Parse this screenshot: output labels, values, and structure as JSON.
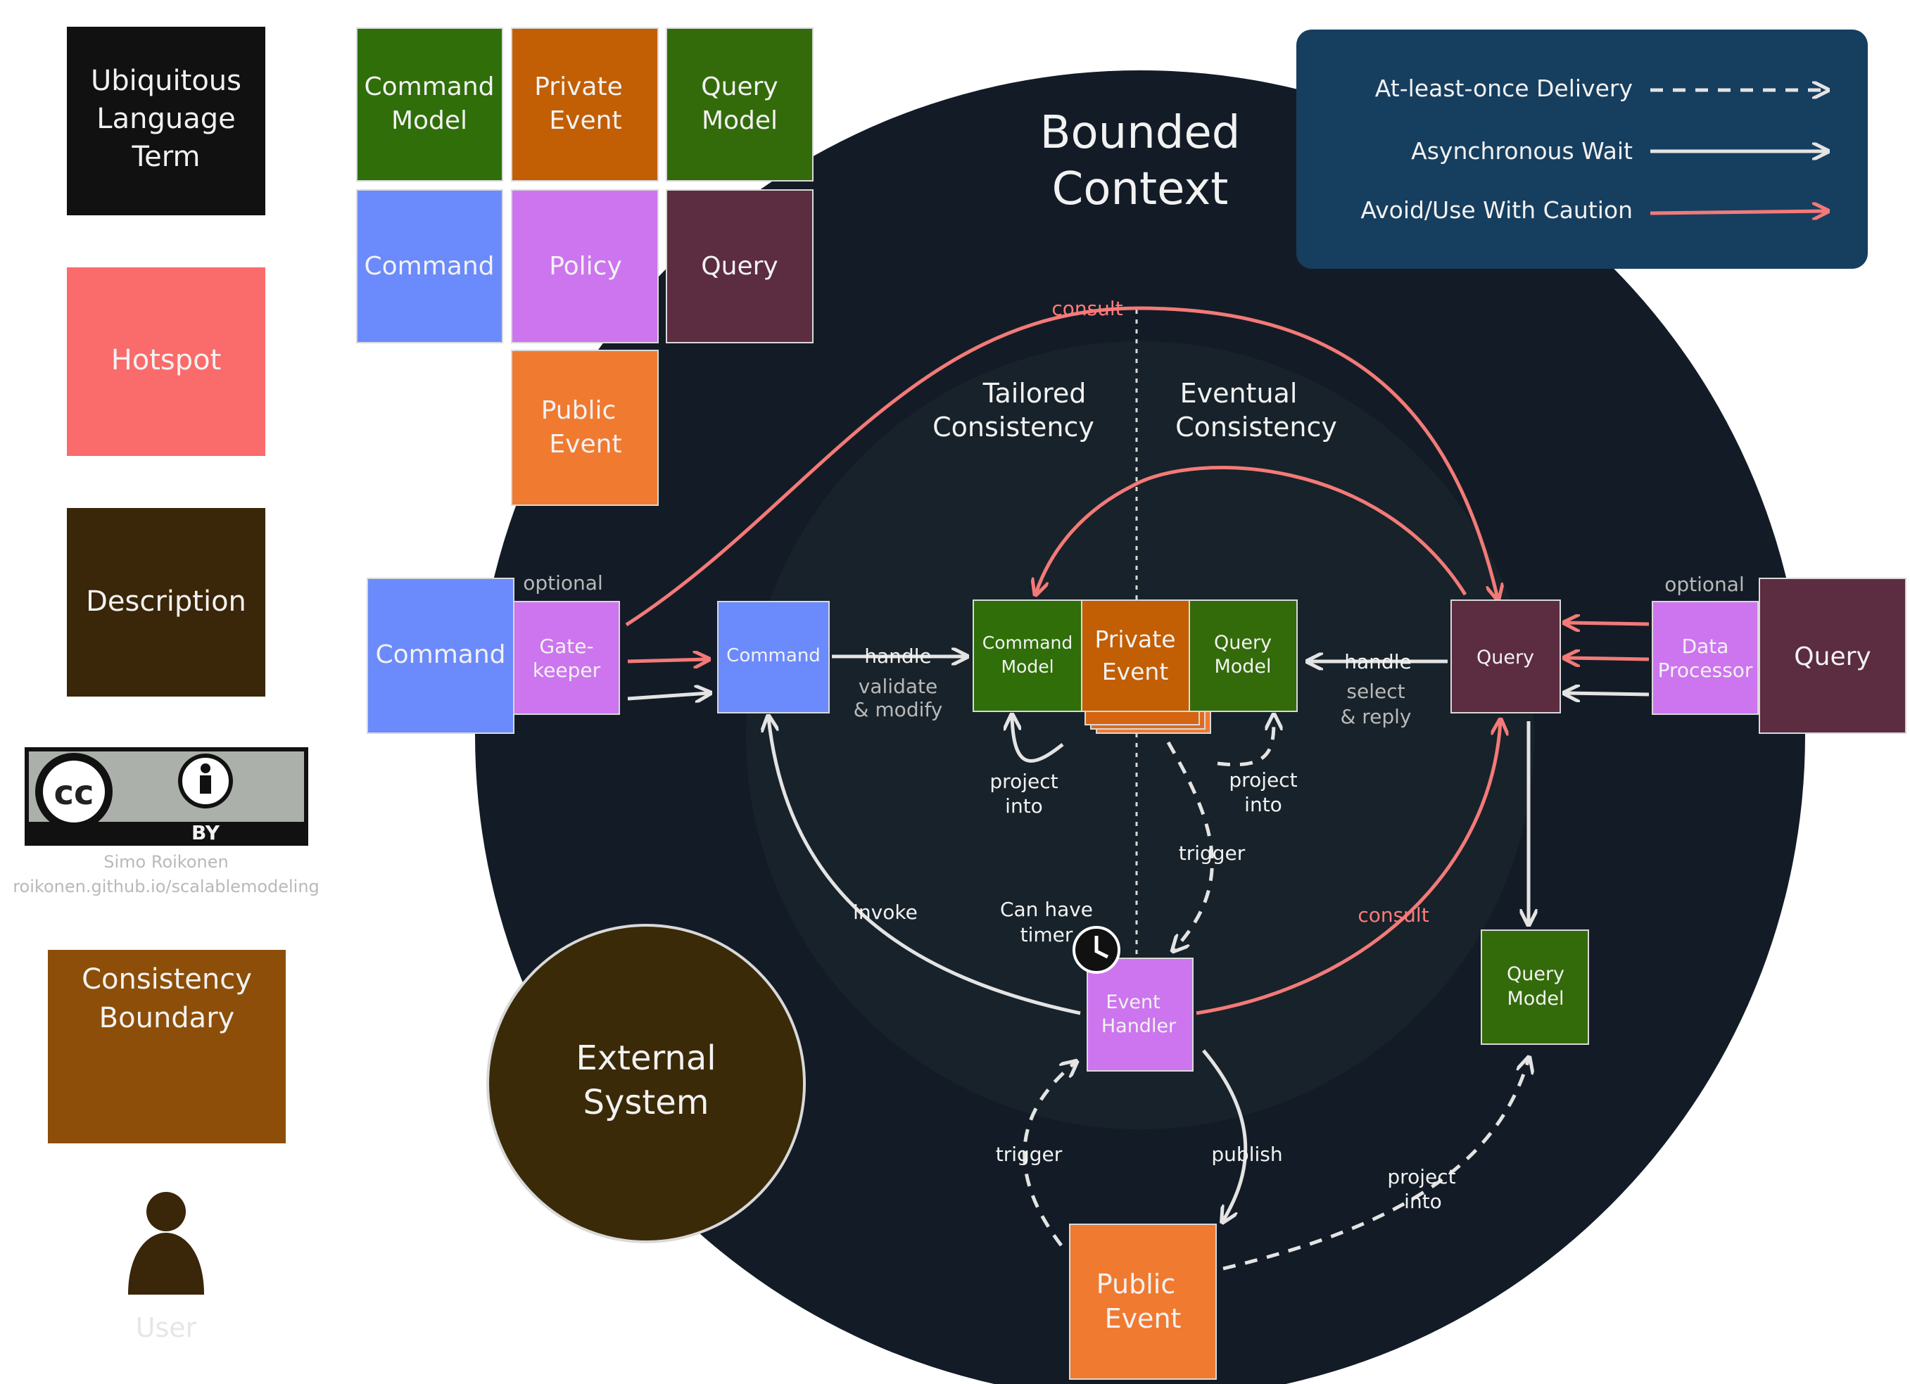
{
  "colors": {
    "black": "#111111",
    "hotspot": "#fa6b6b",
    "description": "#3a2608",
    "consistency_boundary": "#8c4e08",
    "external": "#3a2a08",
    "command": "#6b8afc",
    "command_model": "#2f6e08",
    "private_event": "#c25e04",
    "query_model": "#336b0a",
    "policy": "#cc75ee",
    "query": "#5c2c40",
    "public_event": "#f07a30",
    "bounded_context": "#131c26",
    "legend_bg": "#163e5f",
    "edge_white": "#e4e4e4",
    "edge_pink": "#f37a78"
  },
  "legend_left": {
    "ubiquitous_language_term": "Ubiquitous Language Term",
    "hotspot": "Hotspot",
    "description": "Description",
    "cc_symbol": "cc",
    "cc_by": "BY",
    "author": "Simo Roikonen",
    "author_url": "roikonen.github.io/scalablemodeling",
    "consistency_boundary": "Consistency Boundary",
    "user": "User"
  },
  "legend_grid": {
    "command_model": "Command Model",
    "private_event": "Private Event",
    "query_model": "Query Model",
    "command": "Command",
    "policy": "Policy",
    "query": "Query",
    "public_event": "Public Event"
  },
  "bounded_context": {
    "title_line1": "Bounded",
    "title_line2": "Context",
    "tailored_line1": "Tailored",
    "tailored_line2": "Consistency",
    "eventual_line1": "Eventual",
    "eventual_line2": "Consistency"
  },
  "arrow_legend": {
    "at_least_once": "At-least-once Delivery",
    "async_wait": "Asynchronous Wait",
    "avoid": "Avoid/Use With Caution"
  },
  "nodes": {
    "command_outer": "Command",
    "gatekeeper_line1": "Gate-",
    "gatekeeper_line2": "keeper",
    "optional_left": "optional",
    "command_inner": "Command",
    "command_model_line1": "Command",
    "command_model_line2": "Model",
    "private_event_line1": "Private",
    "private_event_line2": "Event",
    "query_model_line1": "Query",
    "query_model_line2": "Model",
    "query_inner": "Query",
    "data_processor_line1": "Data",
    "data_processor_line2": "Processor",
    "optional_right": "optional",
    "query_outer": "Query",
    "query_model_bottom_line1": "Query",
    "query_model_bottom_line2": "Model",
    "event_handler_line1": "Event",
    "event_handler_line2": "Handler",
    "public_event_line1": "Public",
    "public_event_line2": "Event",
    "external_line1": "External",
    "external_line2": "System"
  },
  "edge_labels": {
    "consult_top": "consult",
    "handle_left": "handle",
    "validate_line1": "validate",
    "validate_line2": "& modify",
    "handle_right": "handle",
    "select_line1": "select",
    "select_line2": "& reply",
    "project_left_line1": "project",
    "project_left_line2": "into",
    "project_right_line1": "project",
    "project_right_line2": "into",
    "trigger_mid": "trigger",
    "invoke": "invoke",
    "timer_line1": "Can have",
    "timer_line2": "timer",
    "consult_bottom": "consult",
    "trigger_bottom": "trigger",
    "publish": "publish",
    "project_bottom_line1": "project",
    "project_bottom_line2": "into"
  }
}
